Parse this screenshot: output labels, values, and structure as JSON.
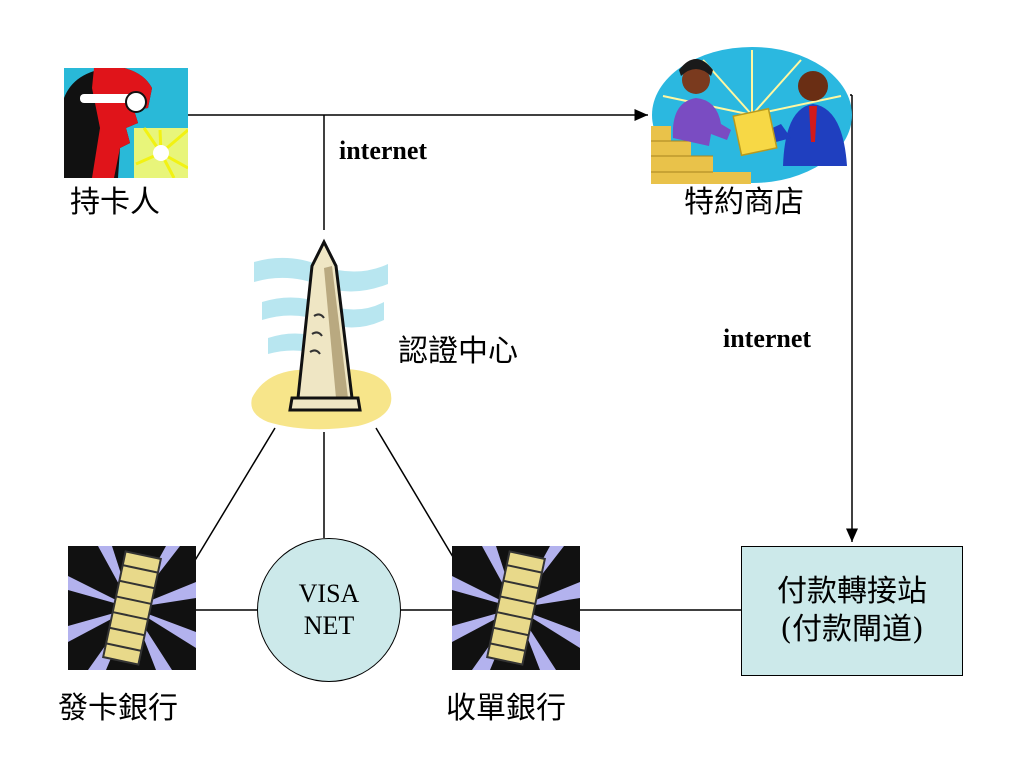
{
  "nodes": {
    "cardholder": "持卡人",
    "merchant": "特約商店",
    "cert_center": "認證中心",
    "issuing_bank": "發卡銀行",
    "acquiring_bank": "收單銀行",
    "gateway_line1": "付款轉接站",
    "gateway_line2": "(付款閘道)",
    "visanet_line1": "VISA",
    "visanet_line2": "NET"
  },
  "links": {
    "internet_top": "internet",
    "internet_right": "internet"
  },
  "colors": {
    "box_fill": "#cce9ea",
    "line": "#000000"
  },
  "icons": {
    "cardholder": "person-silhouette-icon",
    "merchant": "handshake-business-icon",
    "cert_center": "obelisk-monument-icon",
    "issuing_bank": "leaning-tower-icon",
    "acquiring_bank": "leaning-tower-icon"
  }
}
